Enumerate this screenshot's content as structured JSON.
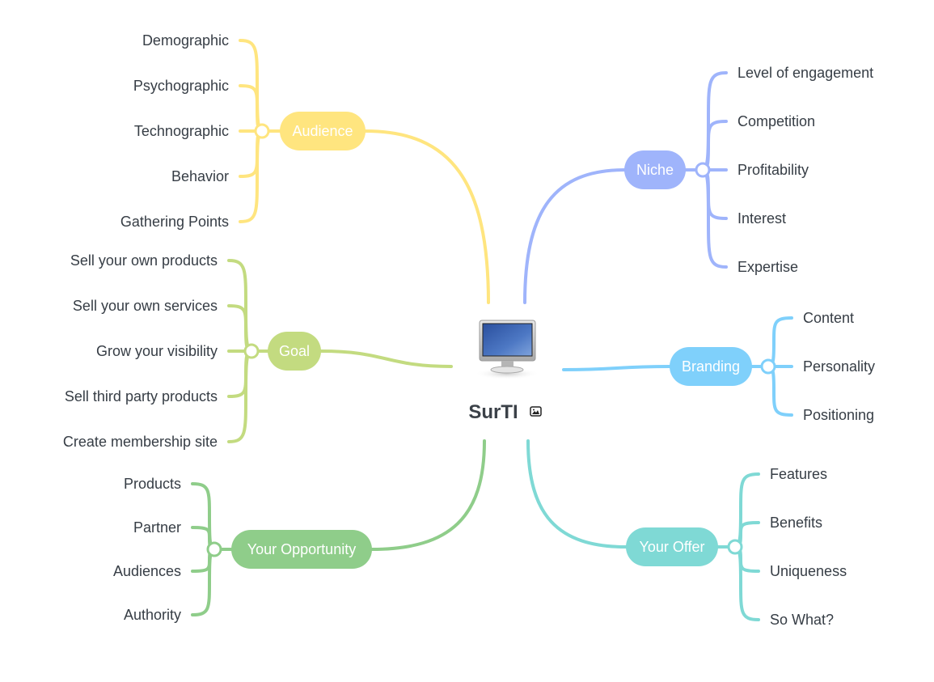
{
  "central": {
    "title": "SurTI",
    "icon": "computer-monitor-icon",
    "badge_icon": "image-icon"
  },
  "branches": [
    {
      "id": "audience",
      "label": "Audience",
      "color": "#FFE57F",
      "leaves": [
        "Demographic",
        "Psychographic",
        "Technographic",
        "Behavior",
        "Gathering Points"
      ]
    },
    {
      "id": "niche",
      "label": "Niche",
      "color": "#9FB4FB",
      "leaves": [
        "Level of engagement",
        "Competition",
        "Profitability",
        "Interest",
        "Expertise"
      ]
    },
    {
      "id": "branding",
      "label": "Branding",
      "color": "#7FD0FB",
      "leaves": [
        "Content",
        "Personality",
        "Positioning"
      ]
    },
    {
      "id": "goal",
      "label": "Goal",
      "color": "#C3DB80",
      "leaves": [
        "Sell your own products",
        "Sell your own services",
        "Grow your visibility",
        "Sell third party products",
        "Create membership site"
      ]
    },
    {
      "id": "your-opportunity",
      "label": "Your Opportunity",
      "color": "#8FCD8A",
      "leaves": [
        "Products",
        "Partner",
        "Audiences",
        "Authority"
      ]
    },
    {
      "id": "your-offer",
      "label": "Your Offer",
      "color": "#7FD9D5",
      "leaves": [
        "Features",
        "Benefits",
        "Uniqueness",
        "So What?"
      ]
    }
  ]
}
